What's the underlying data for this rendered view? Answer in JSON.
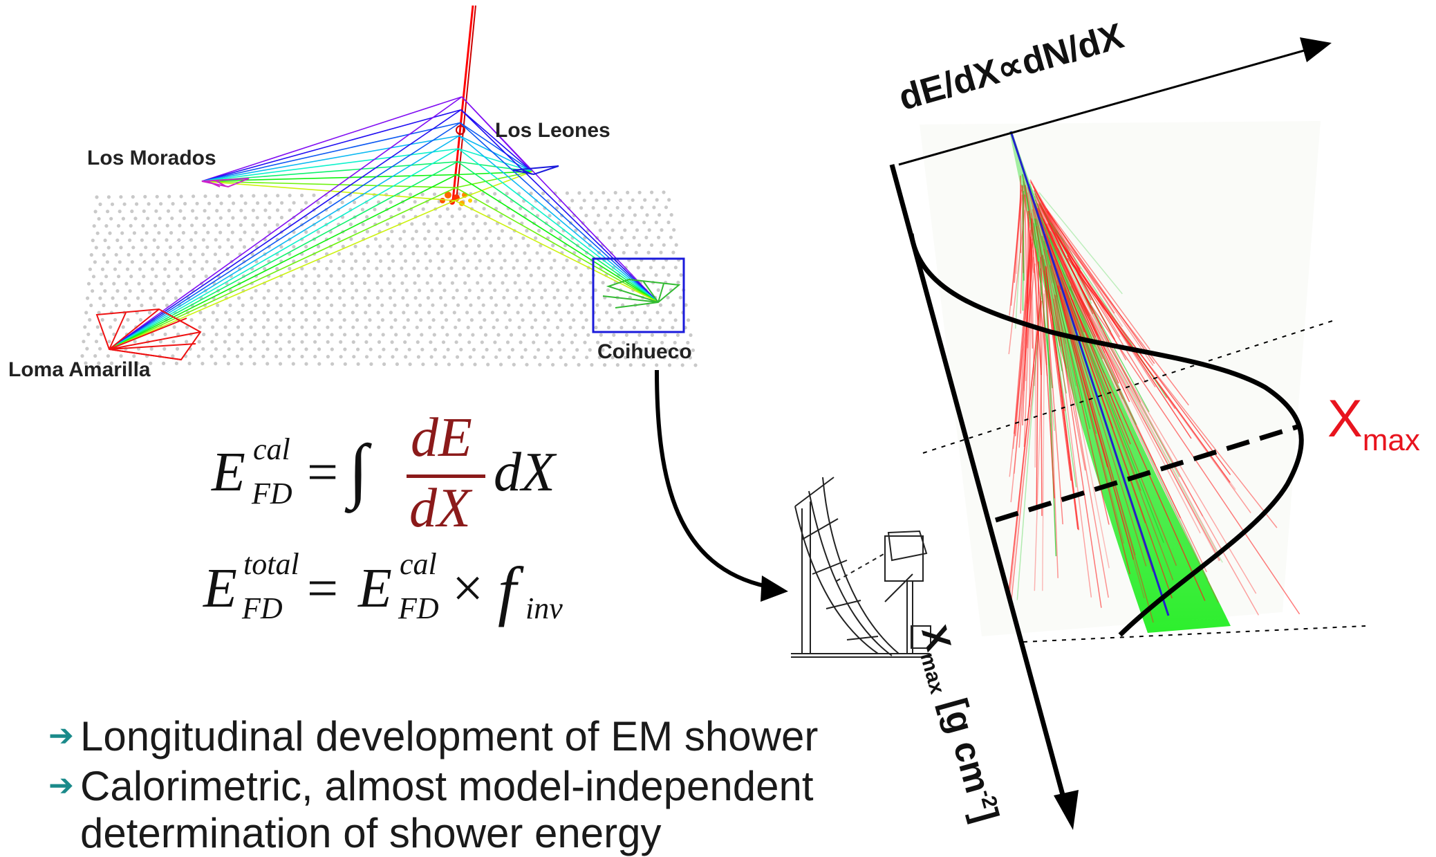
{
  "labels": {
    "los_morados": "Los Morados",
    "los_leones": "Los Leones",
    "loma_amarilla": "Loma Amarilla",
    "coihueco": "Coihueco"
  },
  "axes": {
    "energy_axis": "dE/dX∝dN/dX",
    "depth_axis_main": "X",
    "depth_axis_sub": "max",
    "depth_axis_unit": "[g cm",
    "depth_axis_exp": "-2",
    "depth_axis_close": "]"
  },
  "xmax_label": {
    "main": "X",
    "sub": "max"
  },
  "formula1": {
    "lhs": "E",
    "lhs_sup": "cal",
    "lhs_sub": "FD",
    "eq": "=",
    "integral": "∫",
    "num": "dE",
    "den": "dX",
    "tail": "dX"
  },
  "formula2": {
    "lhs": "E",
    "lhs_sup": "total",
    "lhs_sub": "FD",
    "eq": "=",
    "rhs": "E",
    "rhs_sup": "cal",
    "rhs_sub": "FD",
    "times": "×",
    "f": "f",
    "f_sub": "inv"
  },
  "bullets": [
    "Longitudinal development of EM shower",
    "Calorimetric, almost model-independent",
    "determination of shower energy"
  ],
  "colors": {
    "accent_red": "#e8141e",
    "formula_red": "#8b1a1a",
    "bullet_arrow": "#1a8a8a",
    "frame_blue": "#1a1adb"
  }
}
